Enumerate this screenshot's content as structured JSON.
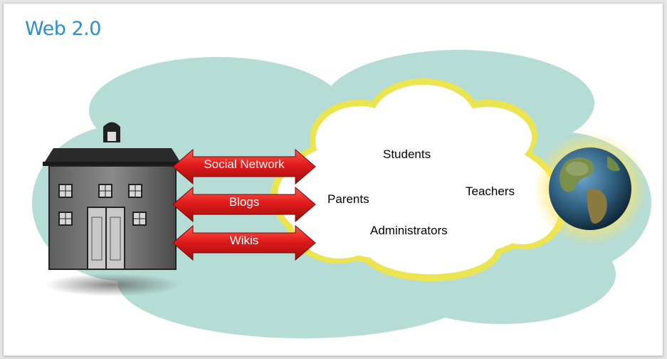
{
  "title": "Web 2.0",
  "arrows": [
    "Social Network",
    "Blogs",
    "Wikis"
  ],
  "audiences": {
    "students": "Students",
    "parents": "Parents",
    "teachers": "Teachers",
    "administrators": "Administrators"
  },
  "colors": {
    "title": "#2a8fd0",
    "background_cloud": "#b6dcd6",
    "arrow": "#d11a1a",
    "glow": "#f7e94a"
  },
  "icons": {
    "school": "school-building-icon",
    "globe": "globe-icon",
    "cloud": "community-cloud"
  }
}
